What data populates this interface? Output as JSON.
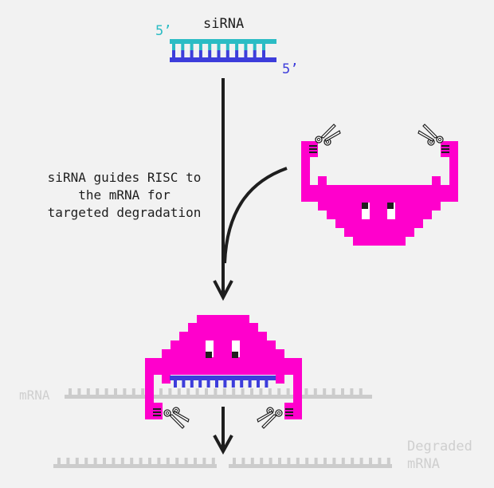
{
  "labels": {
    "sirna_title": "siRNA",
    "five_prime_top": "5’",
    "five_prime_bottom": "5’",
    "caption": "siRNA guides RISC to the mRNA for targeted degradation",
    "mrna": "mRNA",
    "degraded_mrna": "Degraded mRNA"
  },
  "colors": {
    "background": "#f2f2f2",
    "risc": "#ff00cc",
    "guide_strand": "#3d3ddb",
    "passenger_strand": "#2bbcc4",
    "mrna": "#cccccc",
    "arrow": "#1e1e1e",
    "text": "#1e1e1e",
    "muted_text": "#cfcfcf"
  },
  "icons": [
    "scissors-icon",
    "risc-robot-icon",
    "down-arrow-icon",
    "curved-arrow-icon"
  ]
}
